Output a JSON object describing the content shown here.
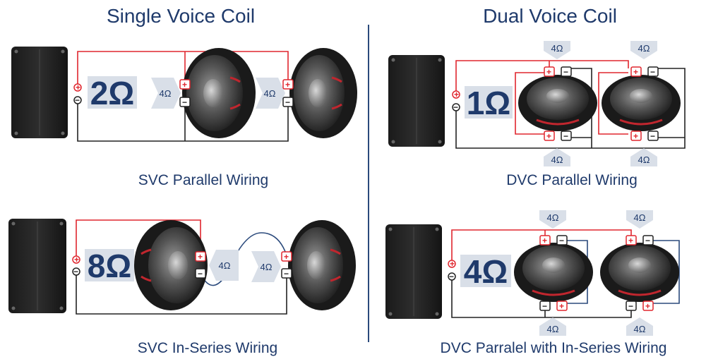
{
  "sections": {
    "single_title": "Single Voice Coil",
    "dual_title": "Dual Voice Coil"
  },
  "svc_parallel": {
    "caption": "SVC Parallel Wiring",
    "total": "2Ω",
    "coil1": "4Ω",
    "coil2": "4Ω"
  },
  "svc_series": {
    "caption": "SVC In-Series Wiring",
    "total": "8Ω",
    "coil1": "4Ω",
    "coil2": "4Ω"
  },
  "dvc_parallel": {
    "caption": "DVC Parallel Wiring",
    "total": "1Ω",
    "labels": [
      "4Ω",
      "4Ω",
      "4Ω",
      "4Ω"
    ]
  },
  "dvc_series": {
    "caption": "DVC Parralel with In-Series Wiring",
    "total": "4Ω",
    "labels": [
      "4Ω",
      "4Ω",
      "4Ω",
      "4Ω"
    ]
  },
  "terminals": {
    "positive": "+",
    "negative": "−"
  }
}
